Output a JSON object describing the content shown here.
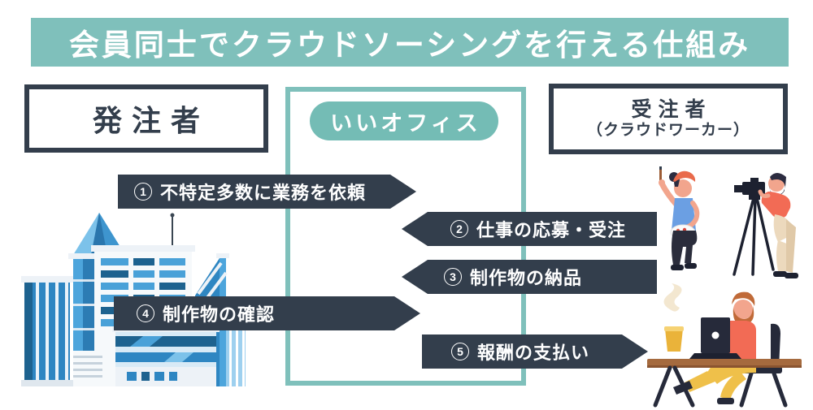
{
  "title": "会員同士でクラウドソーシングを行える仕組み",
  "client": {
    "label": "発注者"
  },
  "platform": {
    "label": "いいオフィス"
  },
  "worker": {
    "line1": "受注者",
    "line2": "（クラウドワーカー）"
  },
  "flows": [
    {
      "num": "1",
      "text": "不特定多数に業務を依頼",
      "direction": "right"
    },
    {
      "num": "2",
      "text": "仕事の応募・受注",
      "direction": "left"
    },
    {
      "num": "3",
      "text": "制作物の納品",
      "direction": "left"
    },
    {
      "num": "4",
      "text": "制作物の確認",
      "direction": "right"
    },
    {
      "num": "5",
      "text": "報酬の支払い",
      "direction": "right"
    }
  ],
  "colors": {
    "teal": "#7fc0bb",
    "dark_navy": "#333e4c",
    "background": "#ffffff"
  },
  "illustrations": {
    "left": "office-building-illustration",
    "top_right": [
      "painter-illustration",
      "photographer-illustration"
    ],
    "bottom_right": "laptop-worker-illustration"
  }
}
